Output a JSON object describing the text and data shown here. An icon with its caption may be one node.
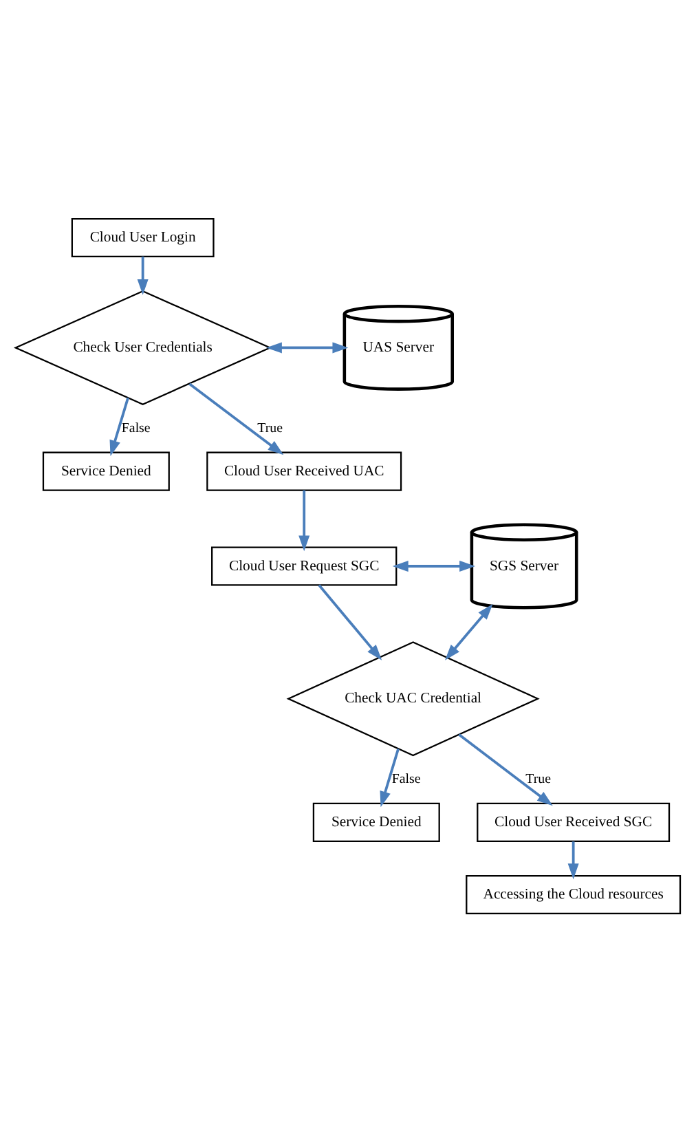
{
  "diagram": {
    "nodes": [
      {
        "text": [
          "Cloud User Login"
        ]
      },
      {
        "text": [
          "Check User Credentials"
        ]
      },
      {
        "text": [
          "UAS Server"
        ]
      },
      {
        "text": [
          "Service Denied"
        ]
      },
      {
        "text": [
          "Cloud User Received UAC"
        ]
      },
      {
        "text": [
          "Cloud User Request SGC"
        ]
      },
      {
        "text": [
          "SGS Server"
        ]
      },
      {
        "text": [
          "Check UAC Credential"
        ]
      },
      {
        "text": [
          "Service Denied"
        ]
      },
      {
        "text": [
          "Cloud User Received SGC"
        ]
      },
      {
        "text": [
          "Accessing the Cloud resources"
        ]
      }
    ],
    "edges": [
      {
        "from": 0,
        "to": 1,
        "arrow": "to"
      },
      {
        "from": 1,
        "to": 2,
        "arrow": "both"
      },
      {
        "from": 1,
        "to": 4,
        "arrow": "to",
        "label": "True"
      },
      {
        "from": 1,
        "to": 3,
        "arrow": "to",
        "label": "False"
      },
      {
        "from": 4,
        "to": 5,
        "arrow": "to"
      },
      {
        "from": 5,
        "to": 6,
        "arrow": "both"
      },
      {
        "from": 5,
        "to": 7,
        "arrow": "to"
      },
      {
        "from": 7,
        "to": 6,
        "arrow": "both"
      },
      {
        "from": 7,
        "to": 9,
        "arrow": "to",
        "label": "True"
      },
      {
        "from": 7,
        "to": 8,
        "arrow": "to",
        "label": "False"
      },
      {
        "from": 9,
        "to": 10,
        "arrow": "to"
      }
    ]
  }
}
